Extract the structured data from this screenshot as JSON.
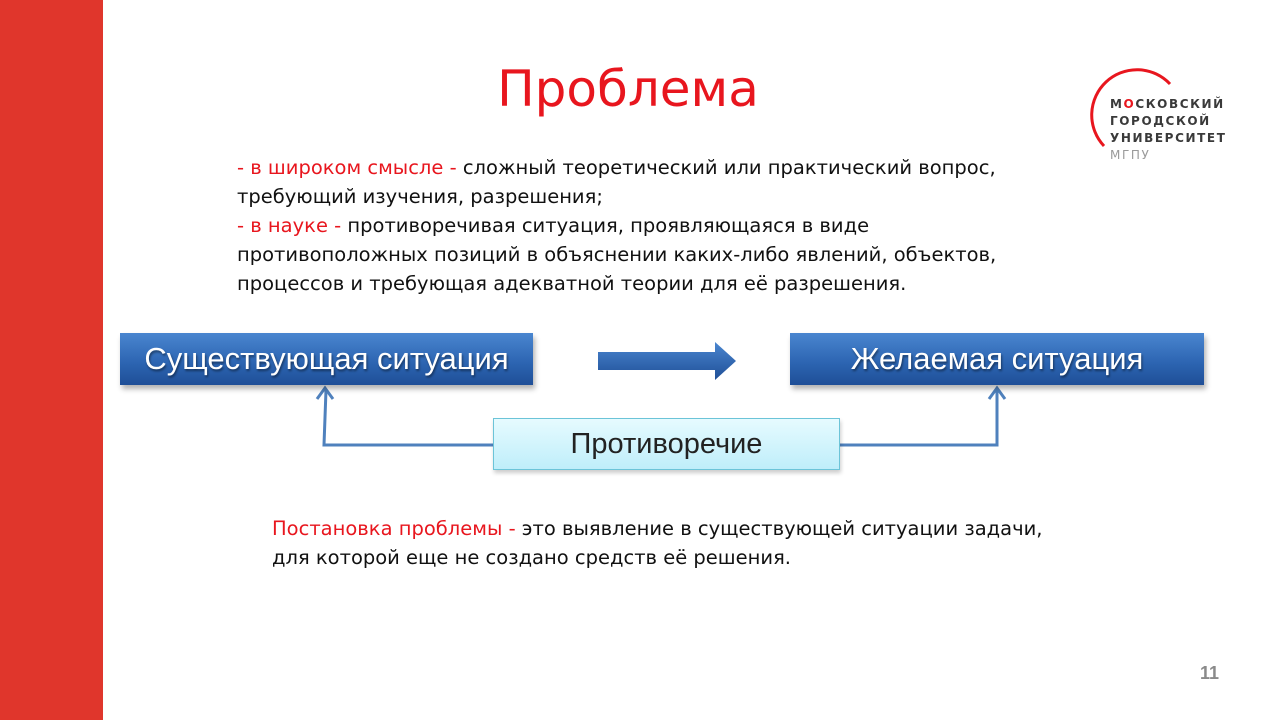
{
  "slide": {
    "title": "Проблема",
    "logo": {
      "line1_first": "М",
      "line1_o": "О",
      "line1_rest": "СКОВСКИЙ",
      "line2": "ГОРОДСКОЙ",
      "line3": "УНИВЕРСИТЕТ",
      "line4": "МГПУ"
    },
    "definitions": [
      {
        "label": "- в широком смысле -",
        "text": " сложный теоретический или практический вопрос, требующий изучения, разрешения;"
      },
      {
        "label": "- в науке -",
        "text": " противоречивая ситуация, проявляющаяся в виде противоположных позиций в объяснении каких-либо явлений, объектов, процессов и требующая адекватной теории для её разрешения."
      }
    ],
    "diagram": {
      "existing": "Существующая ситуация",
      "desired": "Желаемая ситуация",
      "contradiction": "Противоречие"
    },
    "statement": {
      "label": "Постановка проблемы -",
      "text": " это выявление в существующей ситуации задачи, для которой еще не создано средств её решения."
    },
    "page_number": "11"
  },
  "colors": {
    "accent": "#e8161e",
    "sidebar": "#e0362c",
    "box_blue": "#2b63b0"
  }
}
